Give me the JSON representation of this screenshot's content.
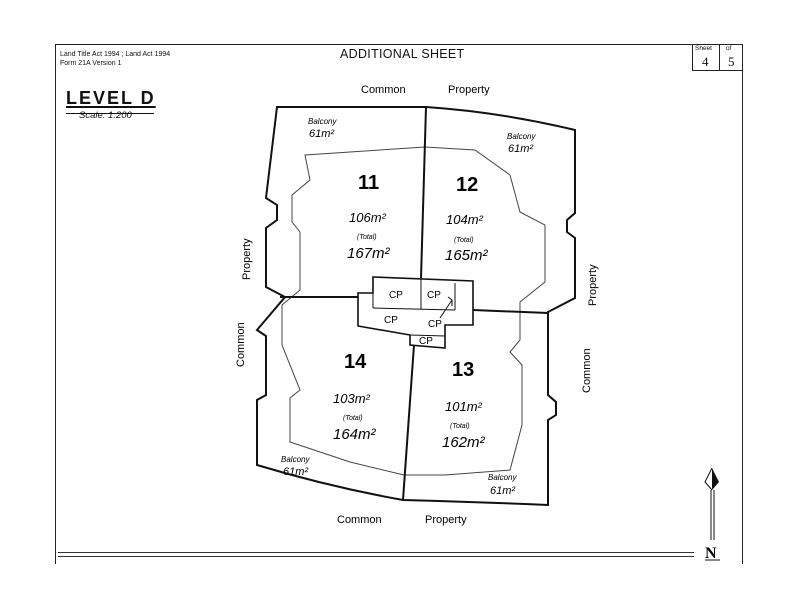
{
  "header": {
    "act_line1": "Land Title Act 1994 ;  Land Act 1994",
    "act_line2": "Form 21A Version 1",
    "title": "ADDITIONAL SHEET",
    "sheet_label": "Sheet",
    "of_label": "of",
    "sheet_number": "4",
    "sheet_total": "5"
  },
  "plan": {
    "level_title": "LEVEL D",
    "scale": "Scale: 1:200"
  },
  "boundary_labels": {
    "top_common": "Common",
    "top_property": "Property",
    "bottom_common": "Common",
    "bottom_property": "Property",
    "left_property": "Property",
    "left_common": "Common",
    "right_property": "Property",
    "right_common": "Common"
  },
  "lots": [
    {
      "number": "11",
      "area": "106m²",
      "total_label": "(Total)",
      "total": "167m²",
      "balcony_label": "Balcony",
      "balcony": "61m²"
    },
    {
      "number": "12",
      "area": "104m²",
      "total_label": "(Total)",
      "total": "165m²",
      "balcony_label": "Balcony",
      "balcony": "61m²"
    },
    {
      "number": "13",
      "area": "101m²",
      "total_label": "(Total)",
      "total": "162m²",
      "balcony_label": "Balcony",
      "balcony": "61m²"
    },
    {
      "number": "14",
      "area": "103m²",
      "total_label": "(Total)",
      "total": "164m²",
      "balcony_label": "Balcony",
      "balcony": "61m²"
    }
  ],
  "common_property": {
    "cp1": "CP",
    "cp2": "CP",
    "cp3": "CP",
    "cp4": "CP",
    "cp5": "CP"
  },
  "north_arrow": {
    "label": "N"
  }
}
